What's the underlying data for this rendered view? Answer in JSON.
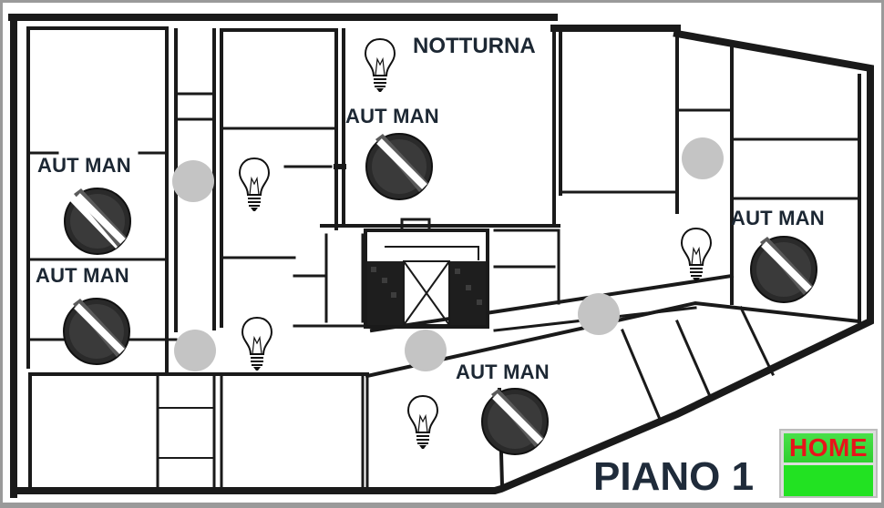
{
  "page": {
    "floor_title": "PIANO 1",
    "home_label": "HOME"
  },
  "switches": [
    {
      "id": "switch-left-top",
      "label": "AUT MAN"
    },
    {
      "id": "switch-left-bottom",
      "label": "AUT MAN"
    },
    {
      "id": "switch-center-top",
      "label": "AUT MAN"
    },
    {
      "id": "switch-right",
      "label": "AUT MAN"
    },
    {
      "id": "switch-bottom-center",
      "label": "AUT MAN"
    }
  ],
  "night_label": "NOTTURNA",
  "icons": {
    "bulb": "light-bulb-icon",
    "selector": "rotary-selector-icon",
    "sensor": "presence-sensor-icon"
  },
  "colors": {
    "home_text": "#e8141a",
    "home_fill": "#22e222",
    "sensor": "#c4c4c4",
    "knob": "#2a2a2a",
    "label": "#1c2733"
  }
}
